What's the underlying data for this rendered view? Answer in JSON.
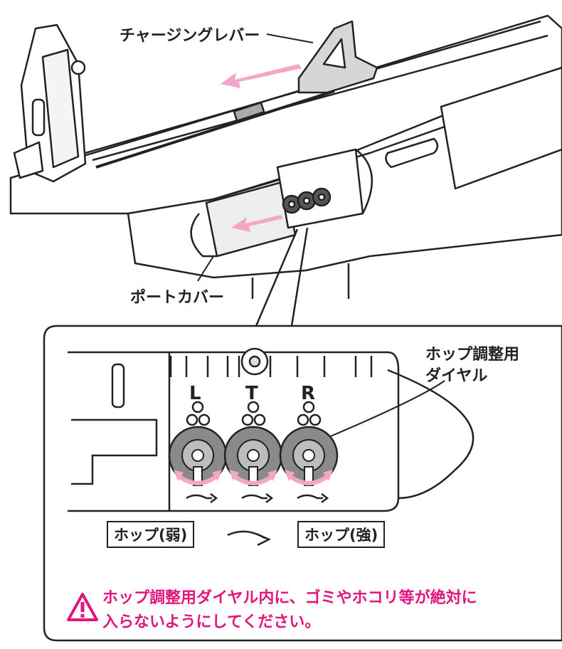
{
  "labels": {
    "charging_lever": "チャージングレバー",
    "port_cover": "ポートカバー",
    "hop_dial_line1": "ホップ調整用",
    "hop_dial_line2": "ダイヤル"
  },
  "dial_letters": [
    "L",
    "T",
    "R"
  ],
  "hop_scale": {
    "weak": "ホップ(弱)",
    "strong": "ホップ(強)"
  },
  "warning": {
    "line1": "ホップ調整用ダイヤル内に、ゴミやホコリ等が絶対に",
    "line2": "入らないようにしてください。"
  },
  "colors": {
    "arrow_pink": "#f4a6c8",
    "warning_magenta": "#e2157d",
    "dial_gray": "#8a8a8a",
    "line": "#222222"
  }
}
